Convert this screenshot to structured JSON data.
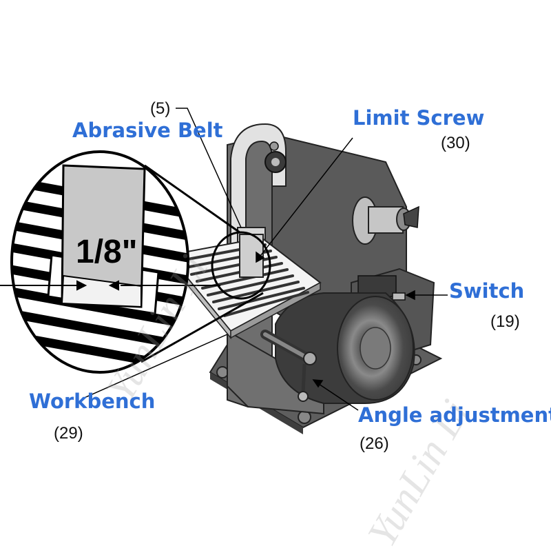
{
  "watermark": "YunLin Li",
  "magnifier_text": "1/8\"",
  "callouts": {
    "abrasive_belt": {
      "name": "Abrasive Belt",
      "number": "(5)"
    },
    "limit_screw": {
      "name": "Limit Screw",
      "number": "(30)"
    },
    "switch": {
      "name": "Switch",
      "number": "(19)"
    },
    "workbench": {
      "name": "Workbench",
      "number": "(29)"
    },
    "angle_adjustment": {
      "name": "Angle adjustment",
      "number": "(26)"
    }
  },
  "colors": {
    "label": "#2f6fd6",
    "machine_dark": "#4d4d4d",
    "machine_mid": "#6e6e6e",
    "machine_light": "#a6a6a6",
    "belt": "#dcdcdc"
  }
}
